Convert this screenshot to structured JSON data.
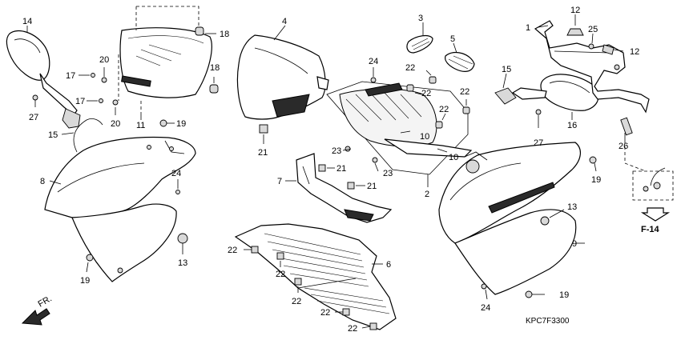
{
  "callouts": {
    "c1": "1",
    "c2": "2",
    "c3": "3",
    "c4": "4",
    "c5": "5",
    "c6": "6",
    "c7": "7",
    "c8": "8",
    "c9": "9",
    "c10a": "10",
    "c10b": "10",
    "c11": "11",
    "c12a": "12",
    "c12b": "12",
    "c13a": "13",
    "c13b": "13",
    "c14": "14",
    "c15a": "15",
    "c15b": "15",
    "c16": "16",
    "c17a": "17",
    "c17b": "17",
    "c18a": "18",
    "c18b": "18",
    "c19a": "19",
    "c19b": "19",
    "c19c": "19",
    "c19d": "19",
    "c20a": "20",
    "c20b": "20",
    "c21a": "21",
    "c21b": "21",
    "c21c": "21",
    "c22a": "22",
    "c22b": "22",
    "c22c": "22",
    "c22d": "22",
    "c22e": "22",
    "c22f": "22",
    "c22g": "22",
    "c22h": "22",
    "c22i": "22",
    "c23a": "23",
    "c23b": "23",
    "c24a": "24",
    "c24b": "24",
    "c24c": "24",
    "c25": "25",
    "c26": "26",
    "c27a": "27",
    "c27b": "27"
  },
  "reference": {
    "label": "F-14"
  },
  "front_indicator": {
    "label": "FR."
  },
  "drawing_code": "KPC7F3300"
}
